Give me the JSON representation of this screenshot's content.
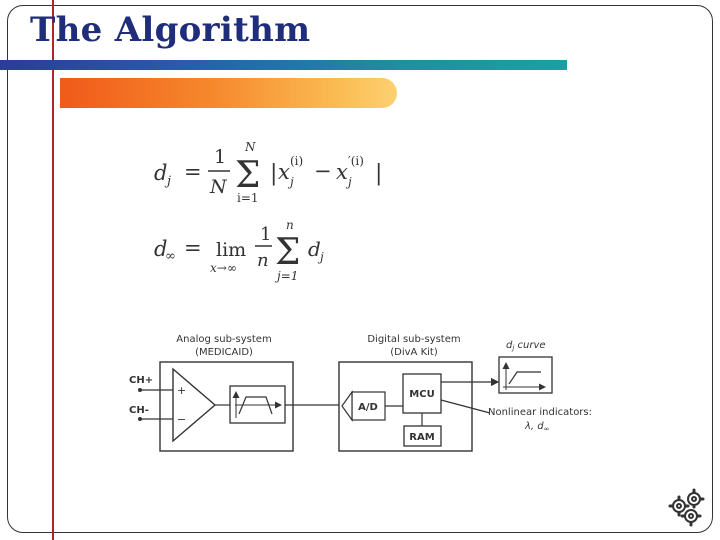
{
  "slide": {
    "title": "The Algorithm"
  },
  "formulas": {
    "dj": {
      "lhs": "d",
      "lhs_sub": "j",
      "eq": "=",
      "frac_num": "1",
      "frac_den": "N",
      "sum": "Σ",
      "sum_upper": "N",
      "sum_lower": "i=1",
      "abs_open": "|",
      "x1": "x",
      "x1_sub": "j",
      "x1_sup": "(i)",
      "minus": "−",
      "x2": "x",
      "x2_sub": "j",
      "x2_sup": "′(i)",
      "abs_close": "|"
    },
    "dinf": {
      "lhs": "d",
      "lhs_sub": "∞",
      "eq": "=",
      "lim": "lim",
      "lim_under": "x→∞",
      "frac_num": "1",
      "frac_den": "n",
      "sum": "Σ",
      "sum_upper": "n",
      "sum_lower": "j=1",
      "term": "d",
      "term_sub": "j"
    }
  },
  "diagram": {
    "analog_title": "Analog sub-system",
    "analog_subtitle": "(MEDICAID)",
    "digital_title": "Digital sub-system",
    "digital_subtitle": "(DivA Kit)",
    "ch_plus": "CH+",
    "ch_minus": "CH-",
    "amp_plus": "+",
    "amp_minus": "−",
    "ad_label": "A/D",
    "mcu_label": "MCU",
    "ram_label": "RAM",
    "dj_curve_d": "d",
    "dj_curve_sub": "j",
    "dj_curve_word": " curve",
    "nonlinear_label": "Nonlinear indicators:",
    "nonlinear_values": "λ, d",
    "nonlinear_values_sub": "∞"
  },
  "icons": {
    "footer": "gears-icon"
  }
}
